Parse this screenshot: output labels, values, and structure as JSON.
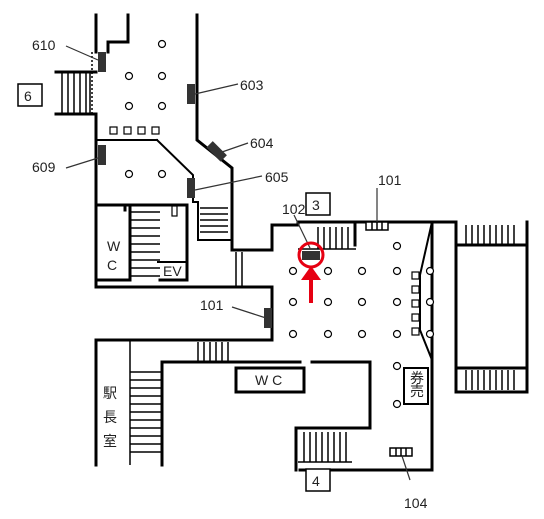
{
  "locker_labels": {
    "l610": "610",
    "l603": "603",
    "l604": "604",
    "l609": "609",
    "l605": "605",
    "l102": "102",
    "l101_top": "101",
    "l101_left": "101",
    "l104": "104"
  },
  "exits": {
    "exit6": "6",
    "exit3": "3",
    "exit4": "4"
  },
  "facilities": {
    "wc_left_w": "W",
    "wc_left_c": "C",
    "ev": "EV",
    "wc_center": "W C",
    "station_master_1": "駅",
    "station_master_2": "長",
    "station_master_3": "室",
    "ticket_1": "券",
    "ticket_2": "売"
  },
  "colors": {
    "wall": "#000000",
    "locker": "#333333",
    "highlight": "#e60012"
  },
  "marker": {
    "highlighted_locker": "102"
  }
}
